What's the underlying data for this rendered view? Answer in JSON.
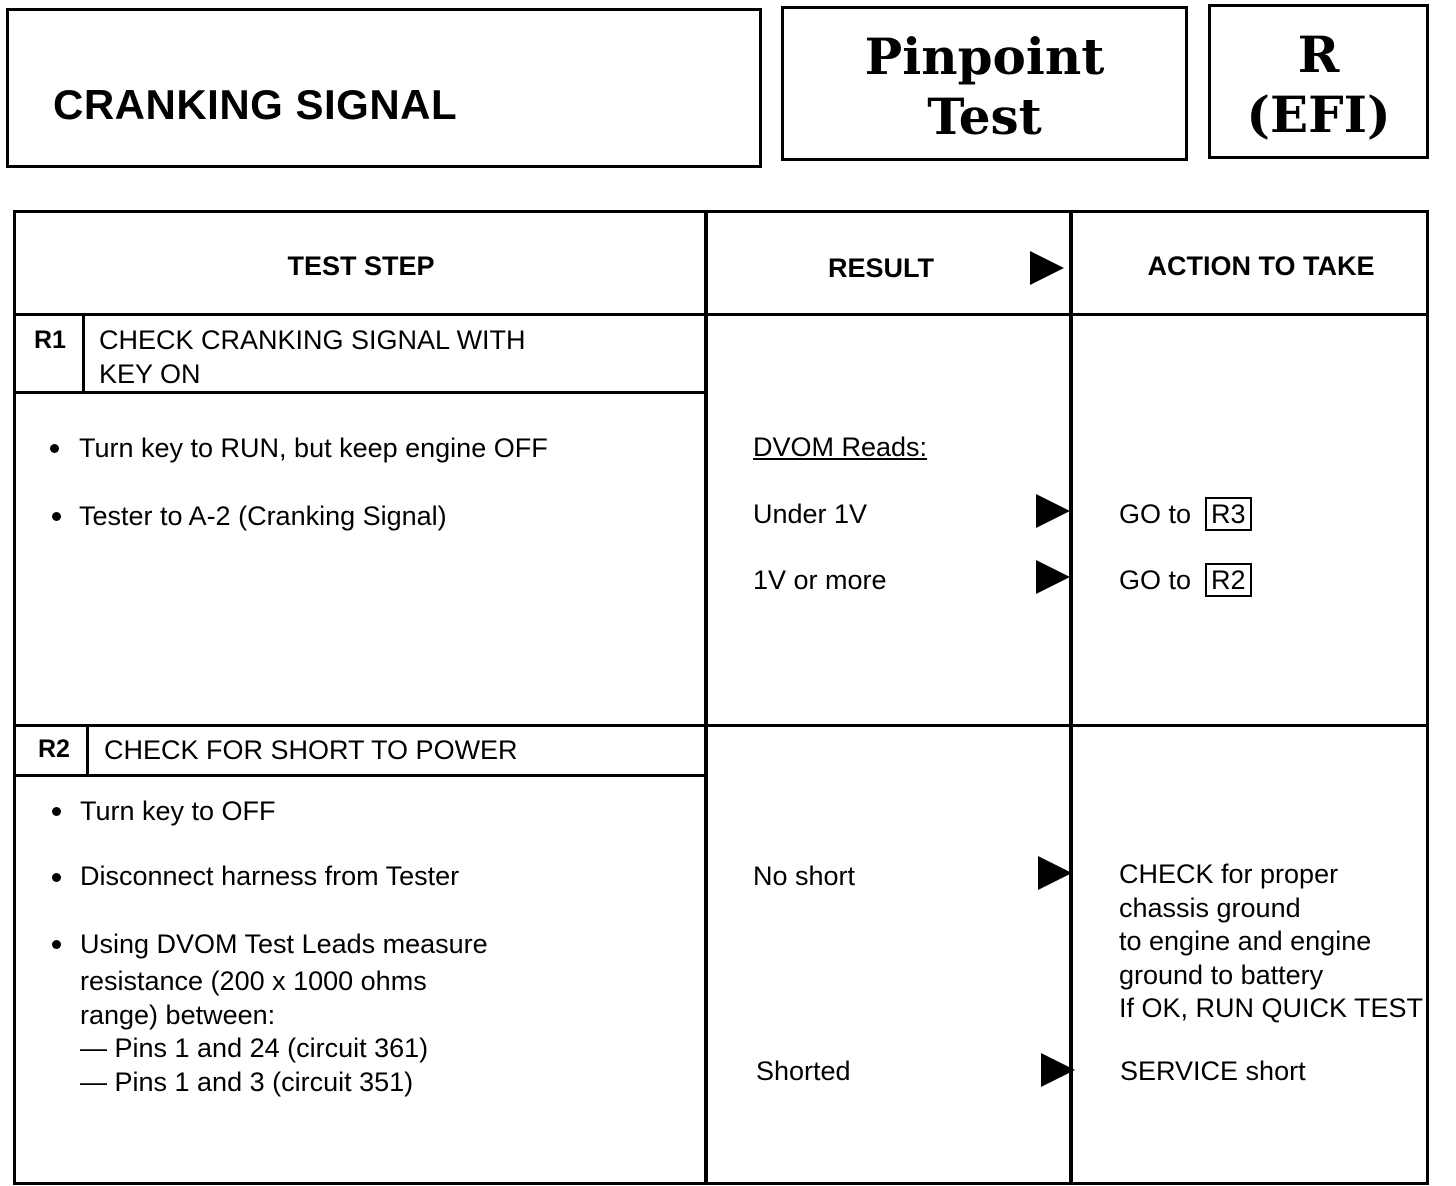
{
  "header": {
    "title": "CRANKING SIGNAL",
    "pinpoint_line1": "Pinpoint",
    "pinpoint_line2": "Test",
    "code_line1": "R",
    "code_line2": "(EFI)"
  },
  "columns": {
    "test_step": "TEST STEP",
    "result": "RESULT",
    "action": "ACTION TO TAKE"
  },
  "steps": [
    {
      "id": "R1",
      "title_line1": "CHECK CRANKING SIGNAL WITH",
      "title_line2": "KEY ON",
      "bullets": [
        "Turn key to RUN, but keep engine OFF",
        "Tester to A-2 (Cranking Signal)"
      ],
      "result_header": "DVOM Reads:",
      "results": [
        {
          "result": "Under 1V",
          "action": "GO to",
          "ref": "R3"
        },
        {
          "result": "1V or more",
          "action": "GO to",
          "ref": "R2"
        }
      ]
    },
    {
      "id": "R2",
      "title_line1": "CHECK FOR SHORT TO POWER",
      "bullets": [
        "Turn key to OFF",
        "Disconnect harness from Tester",
        "Using DVOM Test Leads measure"
      ],
      "bullet3_lines": [
        "resistance (200 x 1000 ohms",
        "range)  between:",
        "— Pins 1 and 24 (circuit 361)",
        "— Pins 1 and   3 (circuit 351)"
      ],
      "results": [
        {
          "result": "No short",
          "action_lines": [
            "CHECK for proper",
            "chassis ground",
            "to engine and engine",
            "ground to battery",
            "If OK, RUN QUICK TEST"
          ]
        },
        {
          "result": "Shorted",
          "action": "SERVICE short"
        }
      ]
    }
  ]
}
